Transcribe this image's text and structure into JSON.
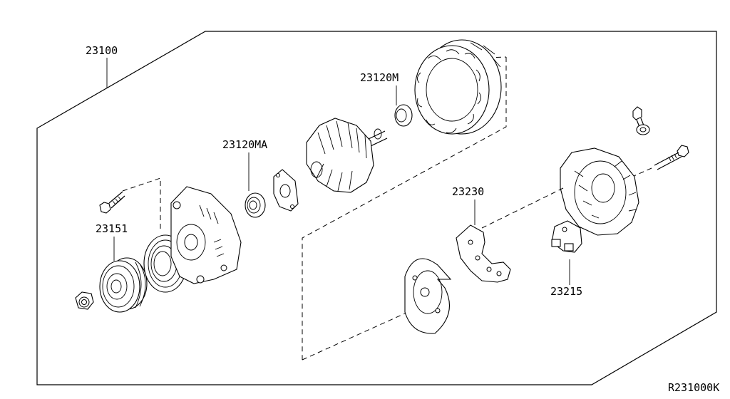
{
  "labels": {
    "assembly": "23100",
    "pulley": "23151",
    "bearing_front": "23120MA",
    "bearing_rear": "23120M",
    "rectifier": "23230",
    "regulator": "23215",
    "diagram_code": "R231000K"
  }
}
